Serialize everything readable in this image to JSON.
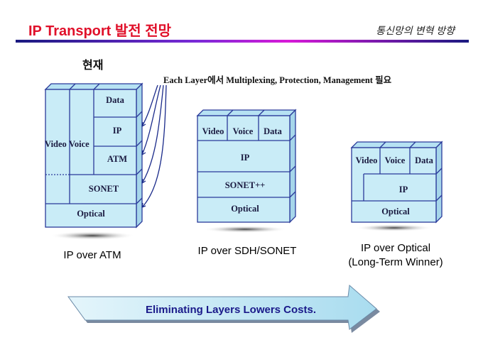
{
  "header": {
    "title": "IP Transport 발전 전망",
    "subtitle": "통신망의 변혁 방향"
  },
  "current_label": "현재",
  "caption": "Each Layer에서 Multiplexing, Protection, Management 필요",
  "stacks": [
    {
      "name": "IP over ATM",
      "layers": {
        "video": "Video",
        "voice": "Voice",
        "data": "Data",
        "ip": "IP",
        "atm": "ATM",
        "sonet": "SONET",
        "optical": "Optical"
      }
    },
    {
      "name": "IP over SDH/SONET",
      "layers": {
        "video": "Video",
        "voice": "Voice",
        "data": "Data",
        "ip": "IP",
        "sonet": "SONET++",
        "optical": "Optical"
      }
    },
    {
      "name_line1": "IP over Optical",
      "name_line2": "(Long-Term Winner)",
      "layers": {
        "video": "Video",
        "voice": "Voice",
        "data": "Data",
        "ip": "IP",
        "optical": "Optical"
      }
    }
  ],
  "arrow_text": "Eliminating Layers Lowers Costs.",
  "colors": {
    "title": "#e0102a",
    "face": "#c9ecf7",
    "stroke": "#2a3a9a"
  }
}
